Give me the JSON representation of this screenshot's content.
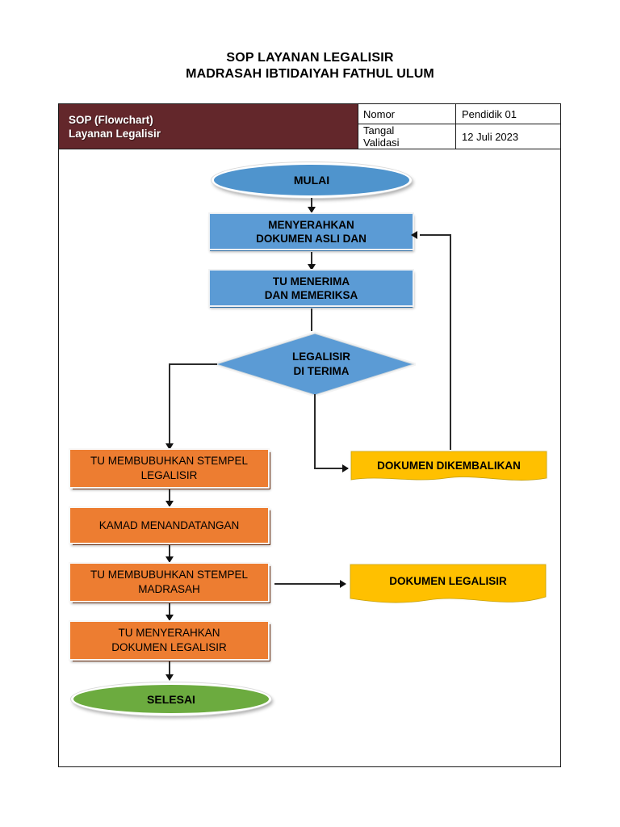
{
  "title": {
    "line1": "SOP LAYANAN LEGALISIR",
    "line2": "MADRASAH IBTIDAIYAH FATHUL ULUM"
  },
  "header": {
    "left_line1": "SOP (Flowchart)",
    "left_line2": "Layanan Legalisir",
    "rows": [
      {
        "label": "Nomor",
        "label_line2": "",
        "value": "Pendidik 01"
      },
      {
        "label": "Tangal",
        "label_line2": "Validasi",
        "value": "12 Juli 2023"
      }
    ]
  },
  "flowchart": {
    "type": "flowchart",
    "nodes": [
      {
        "id": "start",
        "shape": "oval",
        "label": "MULAI",
        "color": "#4f94cd"
      },
      {
        "id": "submit",
        "shape": "process",
        "label_line1": "MENYERAHKAN",
        "label_line2": "DOKUMEN ASLI DAN",
        "color": "#5b9bd5"
      },
      {
        "id": "receive",
        "shape": "process",
        "label_line1": "TU MENERIMA",
        "label_line2": "DAN MEMERIKSA",
        "color": "#5b9bd5"
      },
      {
        "id": "decision",
        "shape": "decision",
        "label_line1": "LEGALISIR",
        "label_line2": "DI TERIMA",
        "color": "#5b9bd5"
      },
      {
        "id": "stamp_legal",
        "shape": "process",
        "label_line1": "TU MEMBUBUHKAN STEMPEL",
        "label_line2": "LEGALISIR",
        "color": "#ed7d31"
      },
      {
        "id": "sign",
        "shape": "process",
        "label_line1": "KAMAD MENANDATANGAN",
        "label_line2": "",
        "color": "#ed7d31"
      },
      {
        "id": "stamp_madr",
        "shape": "process",
        "label_line1": "TU MEMBUBUHKAN STEMPEL",
        "label_line2": "MADRASAH",
        "color": "#ed7d31"
      },
      {
        "id": "handover",
        "shape": "process",
        "label_line1": "TU MENYERAHKAN",
        "label_line2": "DOKUMEN LEGALISIR",
        "color": "#ed7d31"
      },
      {
        "id": "returned",
        "shape": "document",
        "label": "DOKUMEN DIKEMBALIKAN",
        "color": "#ffc000"
      },
      {
        "id": "legalized",
        "shape": "document",
        "label": "DOKUMEN LEGALISIR",
        "color": "#ffc000"
      },
      {
        "id": "end",
        "shape": "oval",
        "label": "SELESAI",
        "color": "#6cab3f"
      }
    ],
    "edges": [
      {
        "from": "start",
        "to": "submit"
      },
      {
        "from": "submit",
        "to": "receive"
      },
      {
        "from": "receive",
        "to": "decision"
      },
      {
        "from": "decision",
        "to": "stamp_legal"
      },
      {
        "from": "decision",
        "to": "returned"
      },
      {
        "from": "returned",
        "to": "submit"
      },
      {
        "from": "stamp_legal",
        "to": "sign"
      },
      {
        "from": "sign",
        "to": "stamp_madr"
      },
      {
        "from": "stamp_madr",
        "to": "legalized"
      },
      {
        "from": "stamp_madr",
        "to": "handover"
      },
      {
        "from": "handover",
        "to": "end"
      }
    ]
  }
}
